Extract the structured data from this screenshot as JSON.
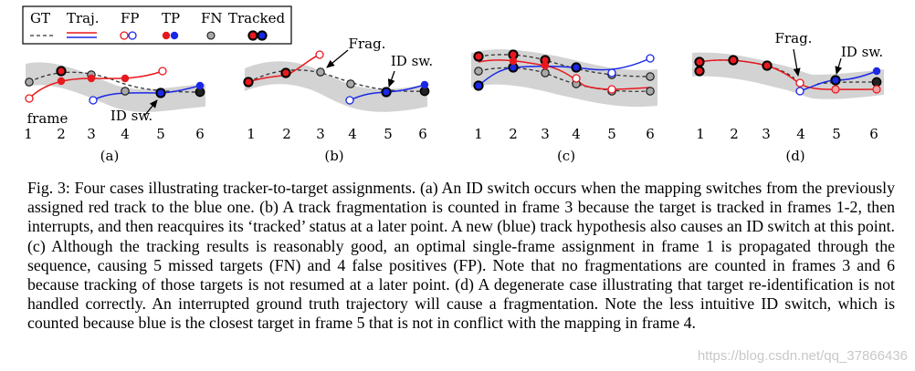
{
  "legend": {
    "gt": "GT",
    "traj": "Traj.",
    "fp": "FP",
    "tp": "TP",
    "fn": "FN",
    "tracked": "Tracked"
  },
  "panels": [
    {
      "letter": "(a)",
      "frames": [
        "1",
        "2",
        "3",
        "4",
        "5",
        "6"
      ],
      "annotations": [
        {
          "text": "frame"
        },
        {
          "text": "ID sw."
        }
      ]
    },
    {
      "letter": "(b)",
      "frames": [
        "1",
        "2",
        "3",
        "4",
        "5",
        "6"
      ],
      "annotations": [
        {
          "text": "Frag."
        },
        {
          "text": "ID sw."
        }
      ]
    },
    {
      "letter": "(c)",
      "frames": [
        "1",
        "2",
        "3",
        "4",
        "5",
        "6"
      ],
      "annotations": []
    },
    {
      "letter": "(d)",
      "frames": [
        "1",
        "2",
        "3",
        "4",
        "5",
        "6"
      ],
      "annotations": [
        {
          "text": "Frag."
        },
        {
          "text": "ID sw."
        }
      ]
    }
  ],
  "caption": "Fig. 3: Four cases illustrating tracker-to-target assignments. (a) An ID switch occurs when the mapping switches from the previously assigned red track to the blue one. (b) A track fragmentation is counted in frame 3 because the target is tracked in frames 1-2, then interrupts, and then reacquires its ‘tracked’ status at a later point. A new (blue) track hypothesis also causes an ID switch at this point. (c) Although the tracking results is reasonably good, an optimal single-frame assignment in frame 1 is propagated through the sequence, causing 5 missed targets (FN) and 4 false positives (FP). Note that no fragmentations are counted in frames 3 and 6 because tracking of those targets is not resumed at a later point. (d) A degenerate case illustrating that target re-identification is not handled correctly. An interrupted ground truth trajectory will cause a fragmentation. Note the less intuitive ID switch, which is counted because blue is the closest target in frame 5 that is not in conflict with the mapping in frame 4.",
  "watermark": "https://blog.csdn.net/qq_37866436",
  "colors": {
    "red": "#e8191e",
    "blue": "#1a28e6",
    "band": "#d3d3d3",
    "fn_fill": "#a8a8a8"
  }
}
